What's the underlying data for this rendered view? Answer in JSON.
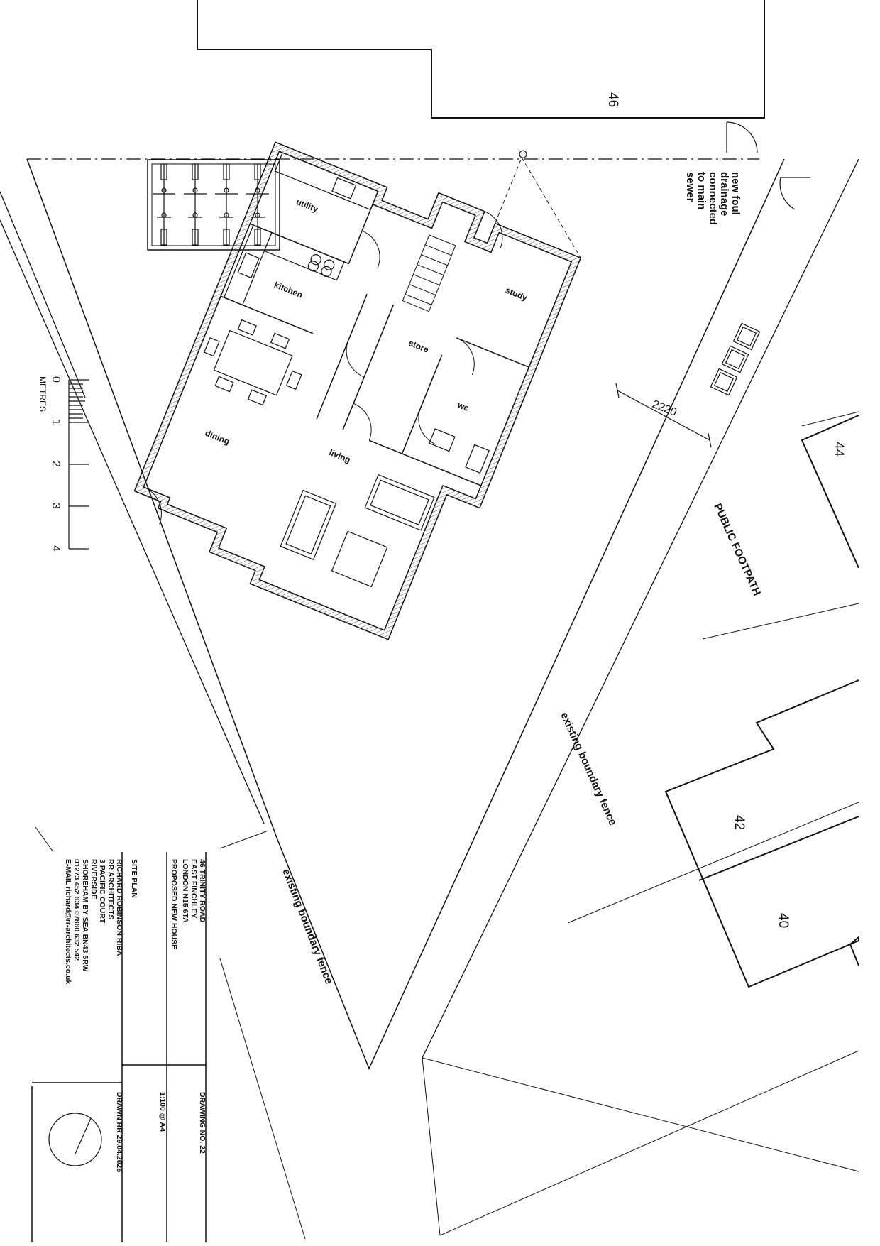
{
  "houses": {
    "h46": "46",
    "h44": "44",
    "h42": "42",
    "h40": "40"
  },
  "notes": {
    "drainage": [
      "new foul",
      "drainage",
      "connected",
      "to main",
      "sewer"
    ],
    "footpath": "PUBLIC FOOTPATH",
    "fence_right": "existing boundary fence",
    "fence_left": "existing boundary fence",
    "dimension": "2220"
  },
  "rooms": {
    "utility": "utility",
    "study": "study",
    "kitchen": "kitchen",
    "store": "store",
    "wc": "wc",
    "dining": "dining",
    "living": "living"
  },
  "scale_bar": {
    "unit": "METRES",
    "ticks": [
      "0",
      "1",
      "2",
      "3",
      "4"
    ]
  },
  "title_block": {
    "address": [
      "46 TRINITY ROAD",
      "EAST FINCHLEY",
      "LONDON N15 6TA"
    ],
    "project": "PROPOSED NEW HOUSE",
    "sheet": "SITE PLAN",
    "architect": [
      "RICHARD ROBINSON RIBA",
      "RR ARCHITECTS",
      "3 PACIFIC COURT",
      "RIVERSIDE",
      "SHOREHAM BY SEA BN43 5RW",
      "01273 452 634   07860 632 542",
      "E-MAIL richard@rr-architects.co.uk"
    ],
    "drawing_no": "DRAWING NO. 22",
    "scale": "1:100 @ A4",
    "drawn": "DRAWN   RR 29.04.2025"
  }
}
